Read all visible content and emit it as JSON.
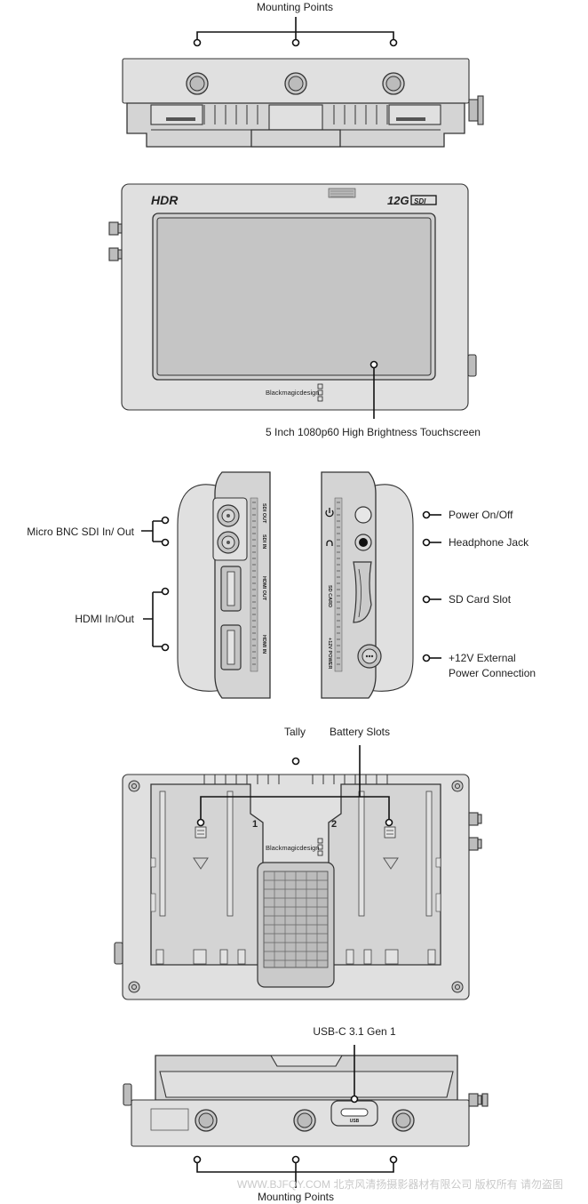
{
  "labels": {
    "top_mounting_points": "Mounting Points",
    "touchscreen": "5 Inch 1080p60 High Brightness Touchscreen",
    "micro_bnc": "Micro BNC SDI In/ Out",
    "hdmi": "HDMI In/Out",
    "power_on_off": "Power On/Off",
    "headphone_jack": "Headphone Jack",
    "sd_card_slot": "SD Card Slot",
    "ext_power_line1": "+12V External",
    "ext_power_line2": "Power Connection",
    "tally": "Tally",
    "battery_slots": "Battery Slots",
    "usb_c": "USB-C 3.1 Gen 1",
    "bottom_mounting_points": "Mounting Points"
  },
  "device_print": {
    "hdr_logo": "HDR",
    "sdi_logo_prefix": "12G",
    "sdi_logo_suffix": "SDI",
    "brand_front": "Blackmagicdesign",
    "brand_back": "Blackmagicdesign",
    "port_sdi_out": "SDI OUT",
    "port_sdi_in": "SDI IN",
    "port_hdmi_out": "HDMI OUT",
    "port_hdmi_in": "HDMI IN",
    "port_sd_card": "SD CARD",
    "port_power": "+12V POWER",
    "battery_1": "1",
    "battery_2": "2",
    "usb_port": "USB"
  },
  "watermark": "WWW.BJFQY.COM 北京风清扬摄影器材有限公司 版权所有 请勿盗图"
}
